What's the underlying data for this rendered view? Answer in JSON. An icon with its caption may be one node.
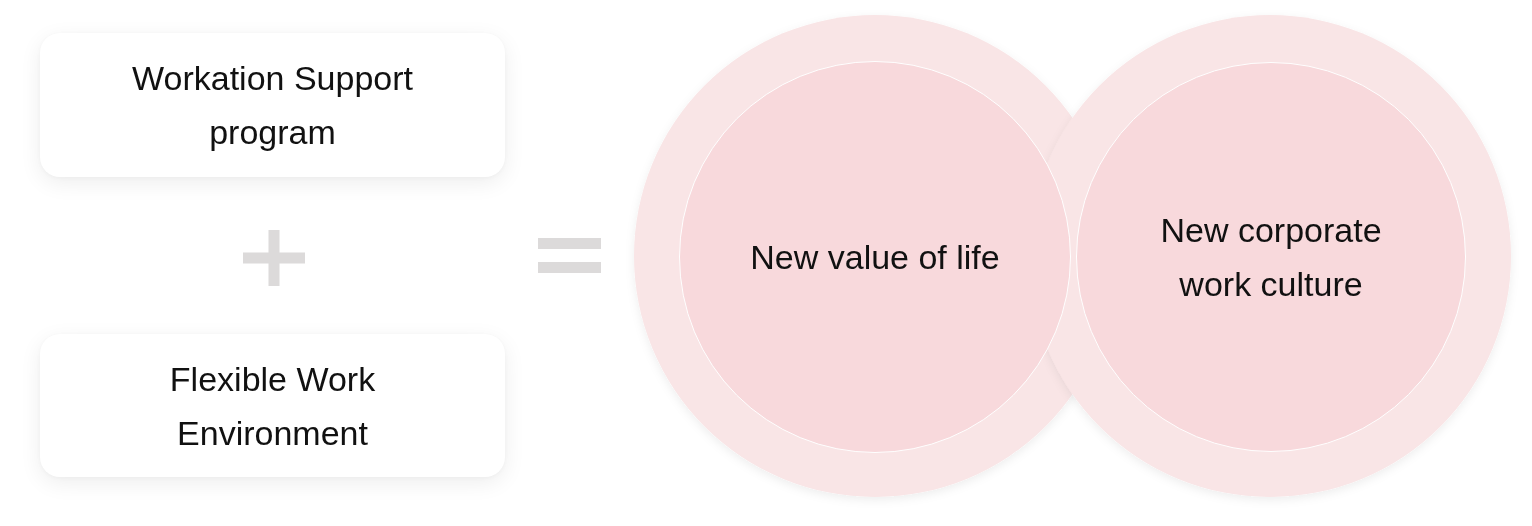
{
  "diagram": {
    "nodes": [
      {
        "text": [
          "Workation Support program"
        ]
      },
      {
        "text": [
          "Flexible Work Environment"
        ]
      },
      {
        "text": [
          "New value of life"
        ]
      },
      {
        "text": [
          "New corporate work culture"
        ]
      }
    ]
  }
}
